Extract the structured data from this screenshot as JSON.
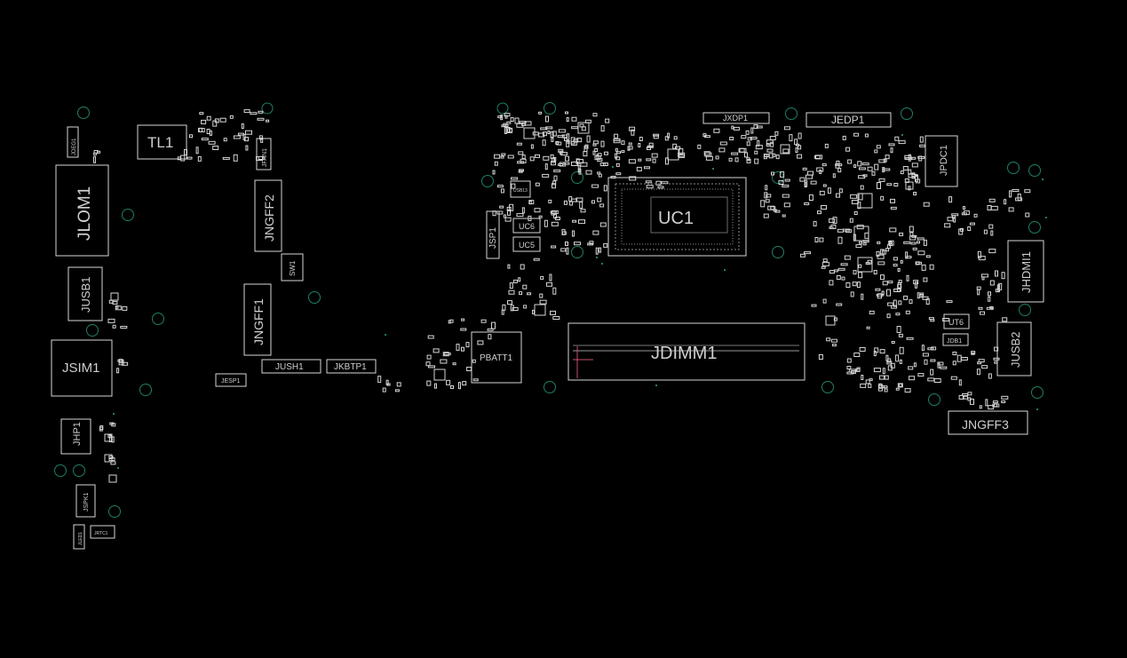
{
  "colors": {
    "background": "#000000",
    "outline": "#d6d6d6",
    "label": "#cfcfcf",
    "mount_hole": "#1f7f6a",
    "test_point": "#2aa58a",
    "dimm_marker": "#c9506a"
  },
  "connectors": {
    "jdeg1": "JDEG1",
    "jlom1": "JLOM1",
    "jusb1": "JUSB1",
    "jsim1": "JSIM1",
    "jhp1": "JHP1",
    "jspk1": "JSPK1",
    "jled1": "JLED1",
    "jrtc1": "JRTC1",
    "tl1": "TL1",
    "jfan1": "JFAN1",
    "jngff2": "JNGFF2",
    "sw1": "SW1",
    "jngff1": "JNGFF1",
    "jesp1": "JESP1",
    "jush1": "JUSH1",
    "jkbtp1": "JKBTP1",
    "pbatt1": "PBATT1",
    "jsp1": "JSP1",
    "uc6": "UC6",
    "uc5": "UC5",
    "usb13": "USB13",
    "jxdp1": "JXDP1",
    "jedp1": "JEDP1",
    "uc1": "UC1",
    "jdimm1": "JDIMM1",
    "jpdc1": "JPDC1",
    "jhdmi1": "JHDMI1",
    "ut6": "UT6",
    "jdb1": "JDB1",
    "jusb2": "JUSB2",
    "jngff3": "JNGFF3"
  }
}
